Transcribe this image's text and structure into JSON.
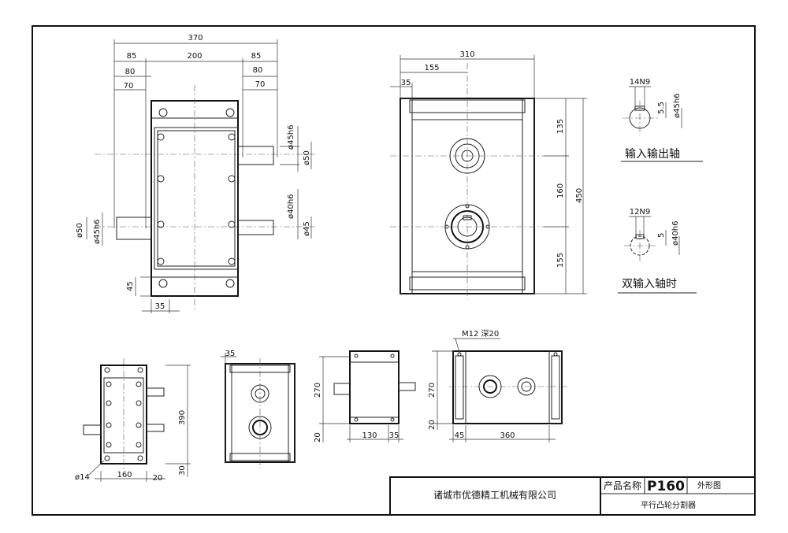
{
  "top_view": {
    "dim_overall": "370",
    "dim_left_ext": "85",
    "dim_body": "200",
    "dim_right_ext": "85",
    "dim_left_80": "80",
    "dim_right_80": "80",
    "dim_left_70": "70",
    "dim_right_70": "70",
    "shaft_top_dia": "ø45h6",
    "shaft_top_outer": "ø50",
    "shaft_mid_dia": "ø40h6",
    "shaft_mid_outer": "ø45",
    "shaft_left_outer": "ø50",
    "shaft_left_dia": "ø45h6",
    "dim_foot_h": "45",
    "dim_foot_w": "35"
  },
  "front_view": {
    "dim_width": "310",
    "dim_half": "155",
    "dim_edge": "35",
    "dim_top": "135",
    "dim_mid": "160",
    "dim_bottom": "155",
    "dim_height": "450"
  },
  "shaft_detail": {
    "in_out_key": "14N9",
    "in_out_depth": "5.5",
    "in_out_dia": "ø45h6",
    "in_out_label": "输入输出轴",
    "dual_key": "12N9",
    "dual_depth": "5",
    "dual_dia": "ø40h6",
    "dual_label": "双输入轴时"
  },
  "small_views": {
    "side_height": "390",
    "side_width": "160",
    "side_hole": "ø14",
    "side_offset": "20",
    "side_base": "30",
    "v2_top": "35",
    "v3_height": "270",
    "v3_base": "20",
    "v3_width": "130",
    "v3_shaft": "35",
    "v4_thread": "M12 深20",
    "v4_height": "270",
    "v4_base": "20",
    "v4_edge": "45",
    "v4_width": "360"
  },
  "title_block": {
    "company": "诸城市优德精工机械有限公司",
    "name_label": "产品名称",
    "model": "P160",
    "drawing_type": "外形图",
    "product": "平行凸轮分割器"
  }
}
